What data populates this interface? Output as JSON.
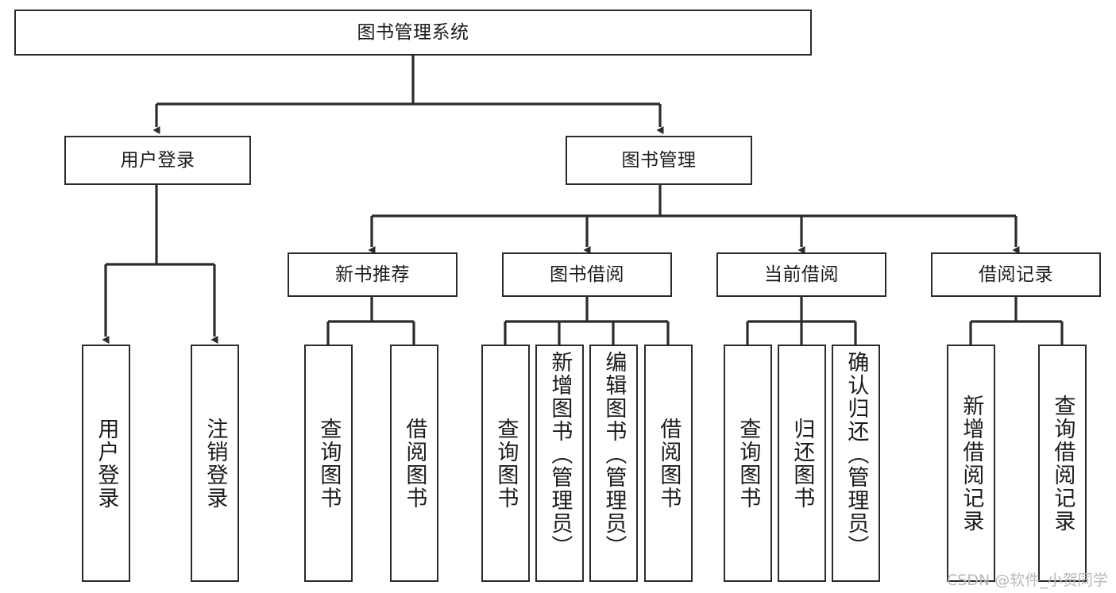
{
  "diagram": {
    "title": "图书管理系统",
    "type": "tree-hierarchy-chart",
    "background_color": "#ffffff",
    "line_color": "#2b2b2b",
    "text_color": "#1b1b1b",
    "root": {
      "label": "图书管理系统"
    },
    "level2": [
      {
        "label": "用户登录"
      },
      {
        "label": "图书管理"
      }
    ],
    "level3": [
      {
        "label": "新书推荐"
      },
      {
        "label": "图书借阅"
      },
      {
        "label": "当前借阅"
      },
      {
        "label": "借阅记录"
      }
    ],
    "leaves": {
      "user_login": [
        {
          "label": "用户登录"
        },
        {
          "label": "注销登录"
        }
      ],
      "new_book_recommend": [
        {
          "label": "查询图书"
        },
        {
          "label": "借阅图书"
        }
      ],
      "book_borrow": [
        {
          "label": "查询图书"
        },
        {
          "label": "新增图书（管理员）"
        },
        {
          "label": "编辑图书（管理员）"
        },
        {
          "label": "借阅图书"
        }
      ],
      "current_borrow": [
        {
          "label": "查询图书"
        },
        {
          "label": "归还图书"
        },
        {
          "label": "确认归还（管理员）"
        }
      ],
      "borrow_record": [
        {
          "label": "新增借阅记录"
        },
        {
          "label": "查询借阅记录"
        }
      ]
    }
  },
  "watermark": {
    "text": "CSDN @软件_小贺同学"
  }
}
